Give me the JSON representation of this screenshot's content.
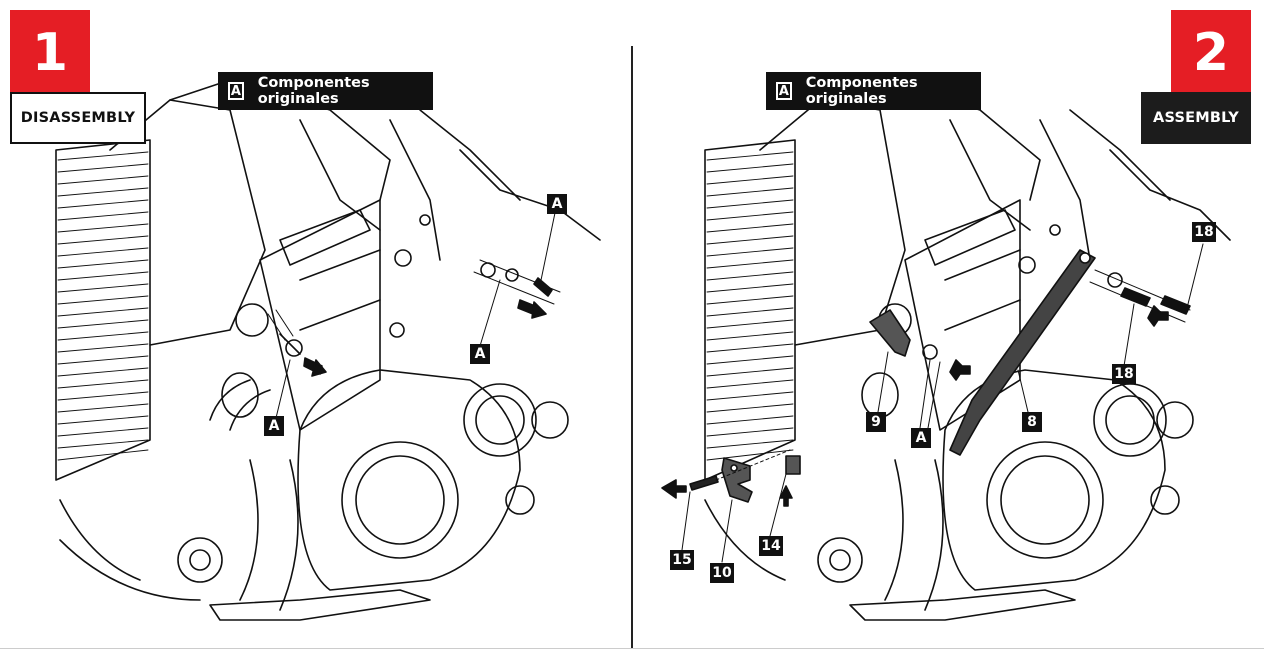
{
  "colors": {
    "accent": "#e51e25",
    "label_bg": "#111111",
    "line": "#222222"
  },
  "left_panel": {
    "step_number": "1",
    "step_tag": "DISASSEMBLY",
    "components_key": "A",
    "components_title": "Componentes originales",
    "callouts": [
      "A",
      "A",
      "A"
    ]
  },
  "right_panel": {
    "step_number": "2",
    "step_tag": "ASSEMBLY",
    "components_key": "A",
    "components_title": "Componentes originales",
    "callouts": [
      "18",
      "18",
      "8",
      "9",
      "A",
      "15",
      "10",
      "14"
    ]
  }
}
